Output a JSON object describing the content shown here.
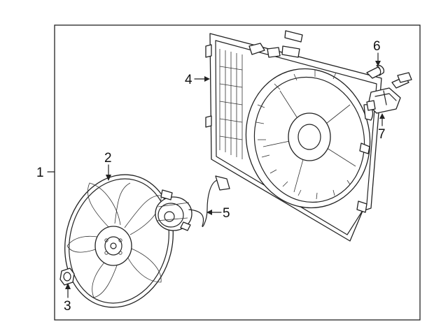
{
  "diagram": {
    "callouts": {
      "assembly": "1",
      "fan_blade": "2",
      "nut": "3",
      "shroud": "4",
      "motor": "5",
      "bolt": "6",
      "resistor": "7"
    },
    "line_color": "#222222",
    "background": "#ffffff"
  }
}
